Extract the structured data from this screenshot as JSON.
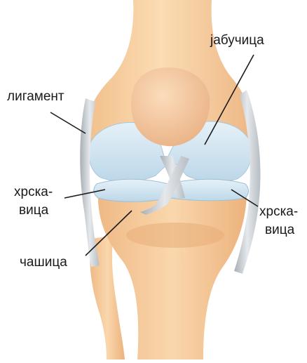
{
  "labels": {
    "patella": "јабучица",
    "ligament": "лигамент",
    "meniscus_left_1": "хрска-",
    "meniscus_left_2": "вица",
    "meniscus_right_1": "хрска-",
    "meniscus_right_2": "вица",
    "capsule": "чашица"
  },
  "colors": {
    "bone": "#f7cfa0",
    "bone_shade": "#eab47d",
    "cartilage": "#cfe3ef",
    "cartilage_edge": "#a9c8dc",
    "ligament": "#d9dde1",
    "ligament_shade": "#a9b0b6",
    "leader_line": "#1a1a1a"
  }
}
